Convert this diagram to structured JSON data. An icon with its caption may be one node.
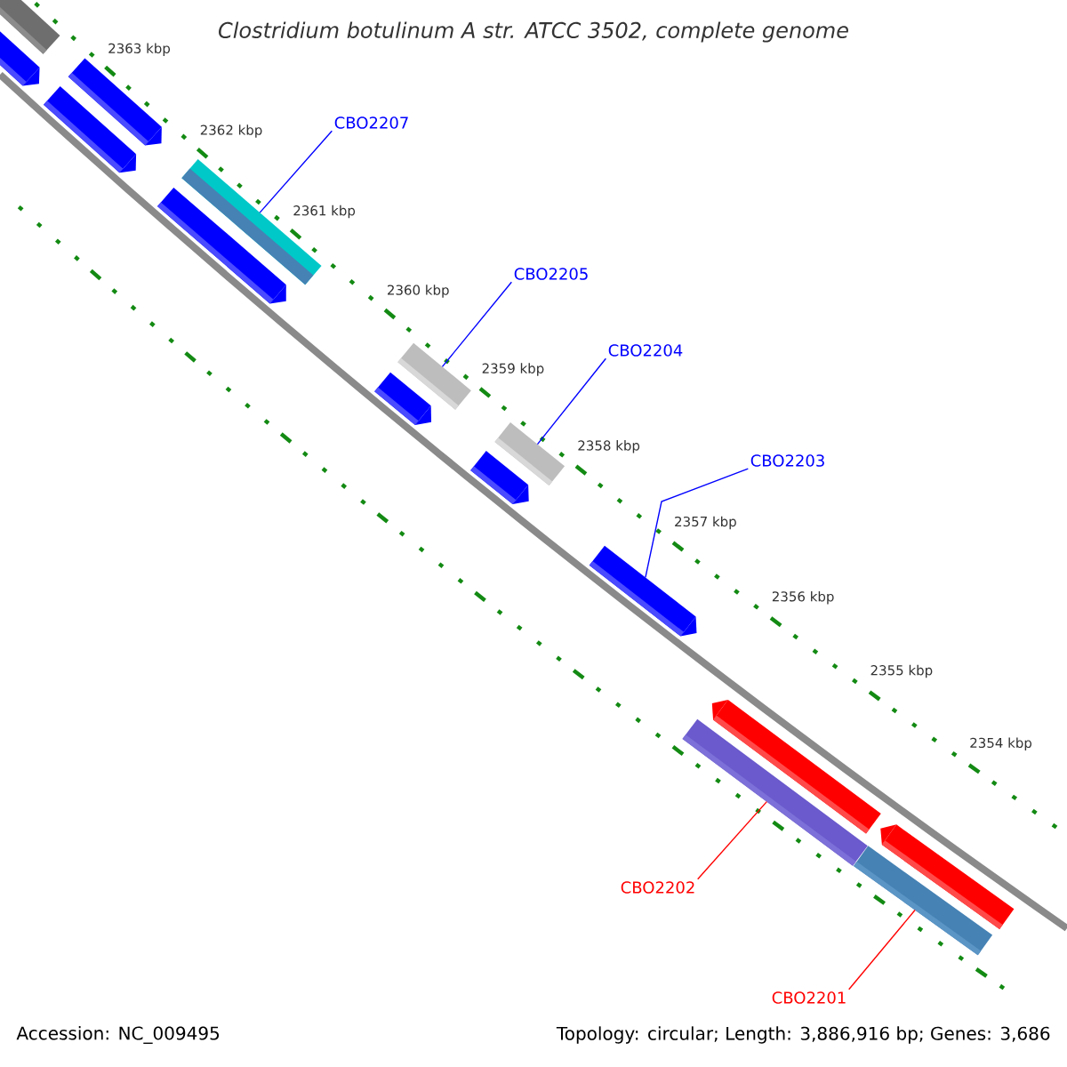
{
  "diagram": {
    "title": "Clostridium botulinum A str. ATCC 3502, complete genome",
    "nodes": [
      {
        "text": [
          "CBO2207"
        ]
      },
      {
        "text": [
          "CBO2205"
        ]
      },
      {
        "text": [
          "CBO2204"
        ]
      },
      {
        "text": [
          "CBO2203"
        ]
      },
      {
        "text": [
          "CBO2202"
        ]
      },
      {
        "text": [
          "CBO2201"
        ]
      },
      {
        "text": [],
        "shape": "bar"
      },
      {
        "text": [],
        "shape": "bar"
      },
      {
        "text": [],
        "shape": "bar"
      },
      {
        "text": [],
        "shape": "bar"
      },
      {
        "text": [],
        "shape": "bar"
      },
      {
        "text": [],
        "shape": "bar"
      },
      {
        "text": [],
        "shape": "bar"
      },
      {
        "text": [],
        "shape": "bar"
      },
      {
        "text": [],
        "shape": "bar"
      },
      {
        "text": [],
        "shape": "bar"
      },
      {
        "text": [],
        "shape": "bar"
      },
      {
        "text": [],
        "shape": "bar"
      },
      {
        "text": [],
        "shape": "bar"
      },
      {
        "text": [],
        "shape": "bar"
      },
      {
        "text": [],
        "shape": "bar"
      }
    ],
    "edges": [
      {
        "from": 0,
        "to": 11,
        "arrow": "none"
      },
      {
        "from": 1,
        "to": 13,
        "arrow": "none"
      },
      {
        "from": 2,
        "to": 15,
        "arrow": "none"
      },
      {
        "from": 3,
        "to": 16,
        "arrow": "none"
      },
      {
        "from": 4,
        "to": 17,
        "arrow": "none",
        "color": "#ff0000"
      },
      {
        "from": 5,
        "to": 19,
        "arrow": "none",
        "color": "#ff0000"
      }
    ],
    "labels": [
      "2363 kbp",
      "2362 kbp",
      "2361 kbp",
      "2360 kbp",
      "2359 kbp",
      "2358 kbp",
      "2357 kbp",
      "2356 kbp",
      "2355 kbp",
      "2354 kbp",
      "Accession: NC_009495",
      "Topology: circular; Length: 3,886,916 bp; Genes: 3,686"
    ]
  }
}
